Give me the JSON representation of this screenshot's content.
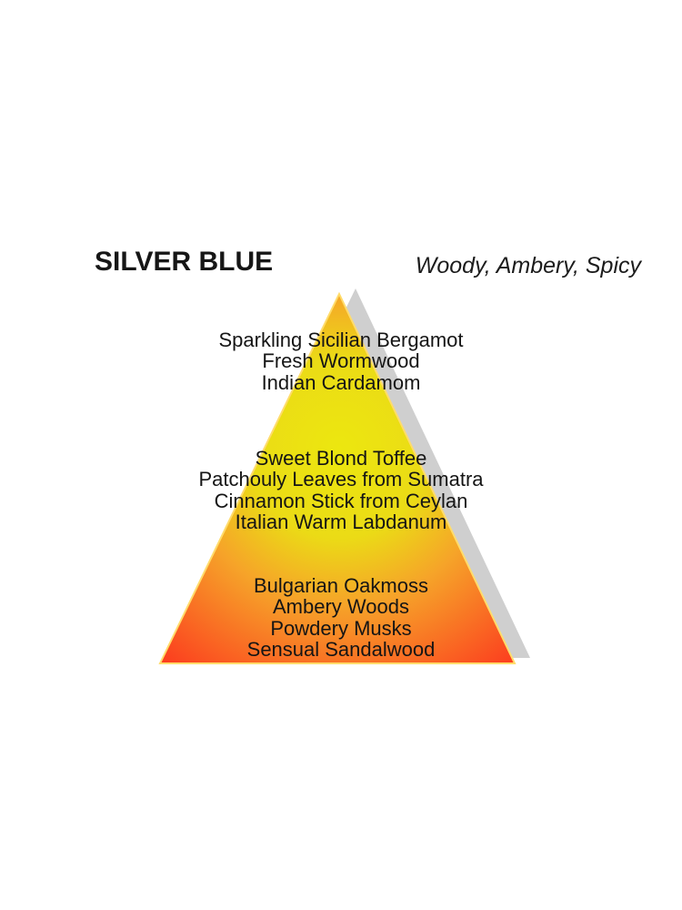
{
  "header": {
    "title": "SILVER BLUE",
    "families": "Woody, Ambery, Spicy"
  },
  "pyramid": {
    "colors": {
      "center_yellow": "#ECE70F",
      "inner_yellow": "#EBDB16",
      "orange": "#F6A329",
      "edge_red": "#FC3A1E",
      "shadow": "#CFCFCF",
      "border": "#FFDC6B"
    },
    "top_notes": [
      "Sparkling Sicilian Bergamot",
      "Fresh Wormwood",
      "Indian Cardamom"
    ],
    "heart_notes": [
      "Sweet Blond Toffee",
      "Patchouly Leaves from Sumatra",
      "Cinnamon Stick from Ceylan",
      "Italian Warm Labdanum"
    ],
    "base_notes": [
      "Bulgarian Oakmoss",
      "Ambery Woods",
      "Powdery Musks",
      "Sensual Sandalwood"
    ]
  }
}
